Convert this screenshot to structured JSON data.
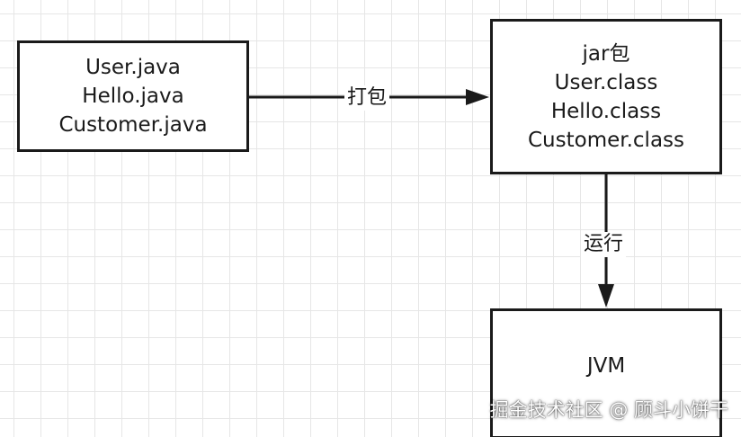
{
  "nodes": {
    "source": {
      "lines": [
        "User.java",
        "Hello.java",
        "Customer.java"
      ]
    },
    "jar": {
      "lines": [
        "jar包",
        "User.class",
        "Hello.class",
        "Customer.class"
      ]
    },
    "jvm": {
      "lines": [
        "JVM"
      ]
    }
  },
  "edges": {
    "pack_label": "打包",
    "run_label": "运行"
  },
  "watermark": "掘金技术社区 @ 顾斗小饼干",
  "colors": {
    "stroke": "#1a1a1a",
    "grid": "#e6e6e6",
    "background": "#ffffff"
  }
}
